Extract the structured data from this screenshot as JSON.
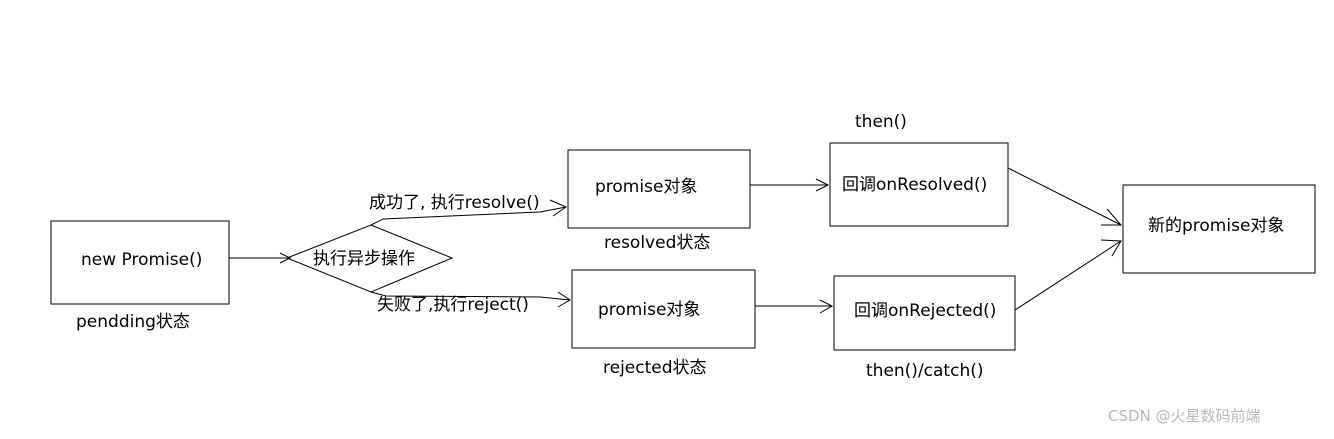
{
  "nodes": {
    "new_promise": "new Promise()",
    "pending_state": "pendding状态",
    "decision": "执行异步操作",
    "promise_resolved": "promise对象",
    "resolved_state": "resolved状态",
    "promise_rejected": "promise对象",
    "rejected_state": "rejected状态",
    "on_resolved": "回调onResolved()",
    "then_label": "then()",
    "on_rejected": "回调onRejected()",
    "then_catch_label": "then()/catch()",
    "new_promise_obj": "新的promise对象"
  },
  "edges": {
    "success": "成功了, 执行resolve()",
    "failure": "失败了,执行reject()"
  },
  "watermark": "CSDN @火星数码前端",
  "colors": {
    "stroke": "#000000",
    "text": "#000000",
    "background": "#ffffff",
    "watermark": "#b9b9b9"
  }
}
